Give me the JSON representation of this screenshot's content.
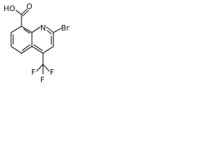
{
  "molecule": {
    "atoms": {
      "oh": "HO",
      "o_carbonyl": "O",
      "n": "N",
      "br": "Br",
      "f1": "F",
      "f2": "F",
      "f3": "F"
    }
  },
  "colors": {
    "bond": "#111111",
    "text": "#111111",
    "background": "#ffffff"
  }
}
